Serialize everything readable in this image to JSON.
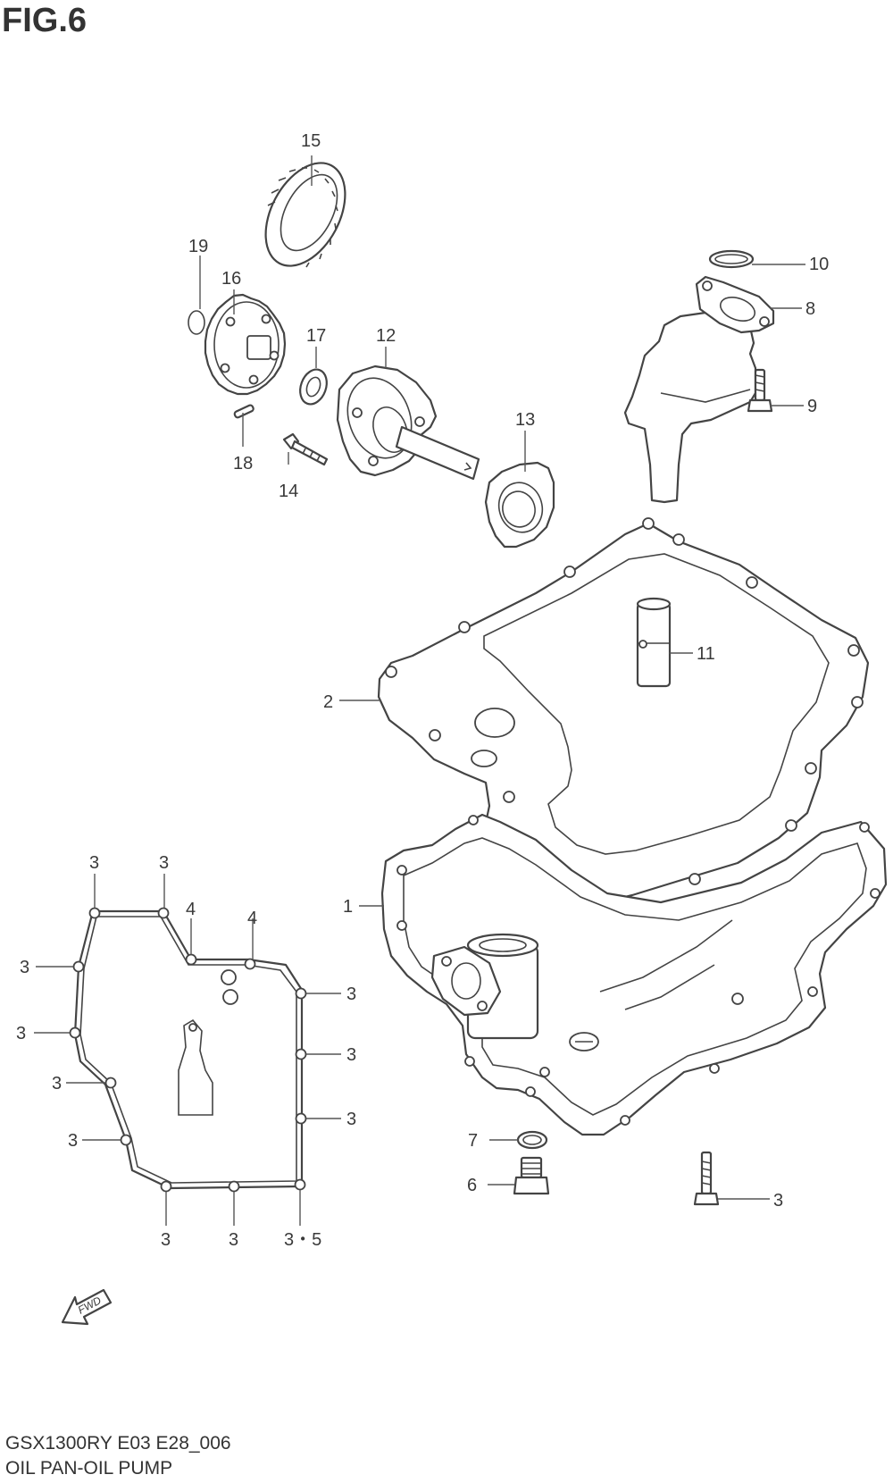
{
  "figure": {
    "title": "FIG.6"
  },
  "footer": {
    "model_code": "GSX1300RY E03 E28_006",
    "assembly_name": "OIL PAN-OIL PUMP"
  },
  "fwd_arrow": {
    "label": "FWD"
  },
  "callouts": [
    {
      "id": "c15",
      "text": "15"
    },
    {
      "id": "c19",
      "text": "19"
    },
    {
      "id": "c16",
      "text": "16"
    },
    {
      "id": "c17",
      "text": "17"
    },
    {
      "id": "c12",
      "text": "12"
    },
    {
      "id": "c18",
      "text": "18"
    },
    {
      "id": "c14",
      "text": "14"
    },
    {
      "id": "c13",
      "text": "13"
    },
    {
      "id": "c10",
      "text": "10"
    },
    {
      "id": "c8",
      "text": "8"
    },
    {
      "id": "c9",
      "text": "9"
    },
    {
      "id": "c11",
      "text": "11"
    },
    {
      "id": "c2",
      "text": "2"
    },
    {
      "id": "c1",
      "text": "1"
    },
    {
      "id": "c7",
      "text": "7"
    },
    {
      "id": "c6",
      "text": "6"
    },
    {
      "id": "c3-bolt",
      "text": "3"
    },
    {
      "id": "g3-top-left",
      "text": "3"
    },
    {
      "id": "g3-top-mid",
      "text": "3"
    },
    {
      "id": "g4-a",
      "text": "4"
    },
    {
      "id": "g4-b",
      "text": "4"
    },
    {
      "id": "g3-left-1",
      "text": "3"
    },
    {
      "id": "g3-left-2",
      "text": "3"
    },
    {
      "id": "g3-left-3",
      "text": "3"
    },
    {
      "id": "g3-left-4",
      "text": "3"
    },
    {
      "id": "g3-right-1",
      "text": "3"
    },
    {
      "id": "g3-right-2",
      "text": "3"
    },
    {
      "id": "g3-right-3",
      "text": "3"
    },
    {
      "id": "g3-bottom-1",
      "text": "3"
    },
    {
      "id": "g3-bottom-2",
      "text": "3"
    },
    {
      "id": "g3-5-bottom",
      "text": "3・5"
    }
  ]
}
